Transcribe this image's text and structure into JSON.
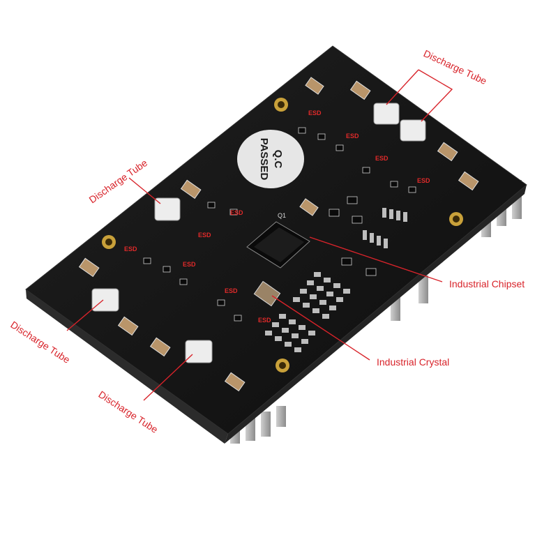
{
  "photo": {
    "subject": "pcb-board",
    "colors": {
      "board": "#161616",
      "board_edge": "#2b2b2b",
      "silkscreen": "#e8e8e8",
      "pad": "#c9c9c9",
      "gold": "#c9a13a",
      "component_tan": "#b9956a",
      "tube_white": "#ededed",
      "label_red": "#d8232a",
      "background": "#ffffff"
    }
  },
  "sticker": {
    "line1": "Q.C",
    "line2": "PASSED"
  },
  "labels": {
    "discharge_tube_top_right": "Discharge Tube",
    "discharge_tube_left": "Discharge Tube",
    "discharge_tube_bottom_left": "Discharge Tube",
    "discharge_tube_bottom": "Discharge Tube",
    "industrial_chipset": "Industrial Chipset",
    "industrial_crystal": "Industrial Crystal"
  },
  "esd_markings": [
    "ESD",
    "ESD",
    "ESD",
    "ESD",
    "ESD",
    "ESD",
    "ESD",
    "ESD",
    "ESD",
    "ESD"
  ],
  "chip_marking": "Q1"
}
